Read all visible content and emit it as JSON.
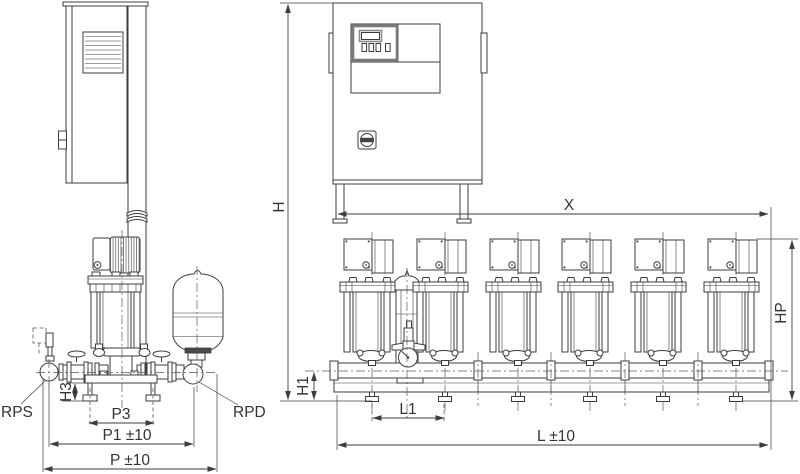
{
  "side_view": {
    "connection_labels": {
      "suction": "RPS",
      "discharge": "RPD"
    },
    "dimensions": {
      "h3": "H3",
      "p3": "P3",
      "p1": "P1 ±10",
      "p": "P ±10"
    }
  },
  "front_view": {
    "pump_count": 6,
    "dimensions": {
      "h": "H",
      "h1": "H1",
      "x": "X",
      "hp": "HP",
      "l1": "L1",
      "l": "L ±10"
    }
  },
  "colors": {
    "background": "#ffffff",
    "line": "#3d3d3d",
    "text": "#333333"
  }
}
